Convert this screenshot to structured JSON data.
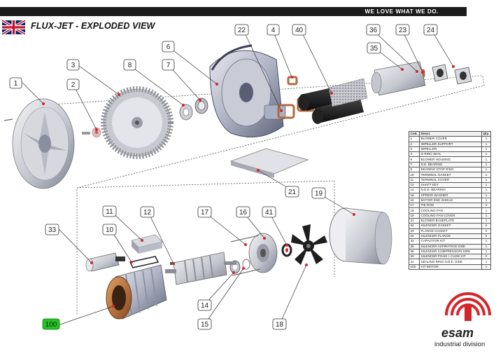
{
  "header": {
    "slogan": "WE LOVE WHAT WE DO.",
    "title": "FLUX-JET - EXPLODED VIEW",
    "flag_icon": "uk-flag-icon"
  },
  "colors": {
    "bar": "#1b1b1b",
    "callout_dot": "#d4252b",
    "gasket": "#b06a40",
    "foam": "#1a1a1a",
    "metal_light": "#e6e6ea",
    "metal_dark": "#8e93a3",
    "kit_label_bg": "#22c522",
    "logo_red": "#d4252b"
  },
  "callouts": [
    "1",
    "2",
    "3",
    "8",
    "7",
    "6",
    "22",
    "4",
    "40",
    "36",
    "23",
    "24",
    "35",
    "21",
    "19",
    "11",
    "12",
    "17",
    "16",
    "41",
    "33",
    "10",
    "14",
    "15",
    "18"
  ],
  "kit_callout": "100",
  "parts_table": {
    "headers": [
      "Cod.",
      "Descr.",
      "Qty."
    ],
    "rows": [
      [
        "1",
        "BLOWER COVER",
        "1"
      ],
      [
        "2",
        "IMPELLER SUPPORT",
        "1"
      ],
      [
        "3",
        "IMPELLER",
        "1"
      ],
      [
        "4",
        "O RING SEAL",
        "1"
      ],
      [
        "6",
        "BLOWER HOUSING",
        "1"
      ],
      [
        "7",
        "D.E. BEARING",
        "1"
      ],
      [
        "8",
        "BEARING STOP RING",
        "1"
      ],
      [
        "10",
        "TERMINAL GASKET",
        "1"
      ],
      [
        "11",
        "TERMINAL COVER",
        "1"
      ],
      [
        "12",
        "SHAFT KEY",
        "1"
      ],
      [
        "14",
        "N.D.E. BEARING",
        "1"
      ],
      [
        "15",
        "SPRING WASHER",
        "1"
      ],
      [
        "16",
        "MOTOR END SHIELD",
        "1"
      ],
      [
        "17",
        "TIE ROD",
        "4"
      ],
      [
        "18",
        "COOLING FAN",
        "1"
      ],
      [
        "19",
        "COOLING FAN COVER",
        "1"
      ],
      [
        "21",
        "BLOWER BASEPLATE",
        "1"
      ],
      [
        "22",
        "SILENCER GASKET",
        "2"
      ],
      [
        "23",
        "FLANGE GASKET",
        "2"
      ],
      [
        "24",
        "SILENCER FLANGE",
        "2"
      ],
      [
        "33",
        "CAPACITOR KIT",
        "1"
      ],
      [
        "35",
        "SILENCER ASPIRATION SIDE",
        "1"
      ],
      [
        "36",
        "SILENCER COMPRESSION SIDE",
        "1"
      ],
      [
        "40",
        "SILENCER FOAM + CAGE KIT",
        "2"
      ],
      [
        "41",
        "SEALING RING N.D.E. SIDE",
        "1"
      ],
      [
        "100",
        "KIT MOTOR",
        "1"
      ]
    ]
  },
  "logo": {
    "name": "esam",
    "subtitle": "industrial division",
    "icon": "esam-logo-icon"
  }
}
